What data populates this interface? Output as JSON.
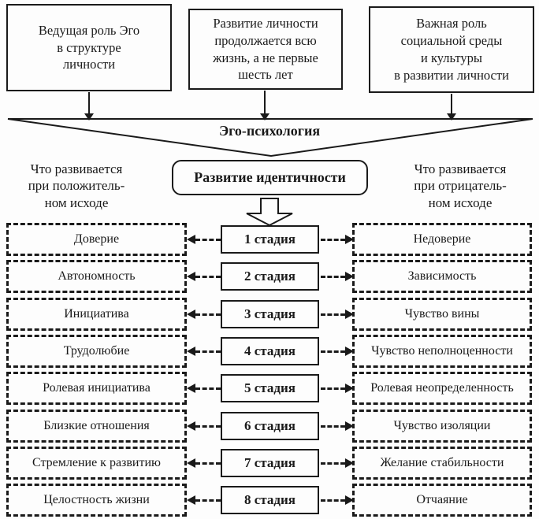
{
  "colors": {
    "ink": "#1a1a1a",
    "background": "#fdfdfd"
  },
  "top_boxes": [
    {
      "text": "Ведущая роль Эго\nв структуре\nличности"
    },
    {
      "text": "Развитие личности\nпродолжается всю\nжизнь, а не первые\nшесть лет"
    },
    {
      "text": "Важная роль\nсоциальной среды\nи культуры\nв развитии личности"
    }
  ],
  "funnel": {
    "label": "Эго-психология"
  },
  "headers": {
    "left": "Что развивается\nпри положитель-\nном исходе",
    "right": "Что развивается\nпри отрицатель-\nном исходе"
  },
  "center_box": {
    "label": "Развитие идентичности"
  },
  "rows": [
    {
      "stage": "1 стадия",
      "positive": "Доверие",
      "negative": "Недоверие"
    },
    {
      "stage": "2 стадия",
      "positive": "Автономность",
      "negative": "Зависимость"
    },
    {
      "stage": "3 стадия",
      "positive": "Инициатива",
      "negative": "Чувство вины"
    },
    {
      "stage": "4 стадия",
      "positive": "Трудолюбие",
      "negative": "Чувство неполноценности"
    },
    {
      "stage": "5 стадия",
      "positive": "Ролевая инициатива",
      "negative": "Ролевая неопределенность"
    },
    {
      "stage": "6 стадия",
      "positive": "Близкие отношения",
      "negative": "Чувство изоляции"
    },
    {
      "stage": "7 стадия",
      "positive": "Стремление к развитию",
      "negative": "Желание стабильности"
    },
    {
      "stage": "8 стадия",
      "positive": "Целостность жизни",
      "negative": "Отчаяние"
    }
  ]
}
